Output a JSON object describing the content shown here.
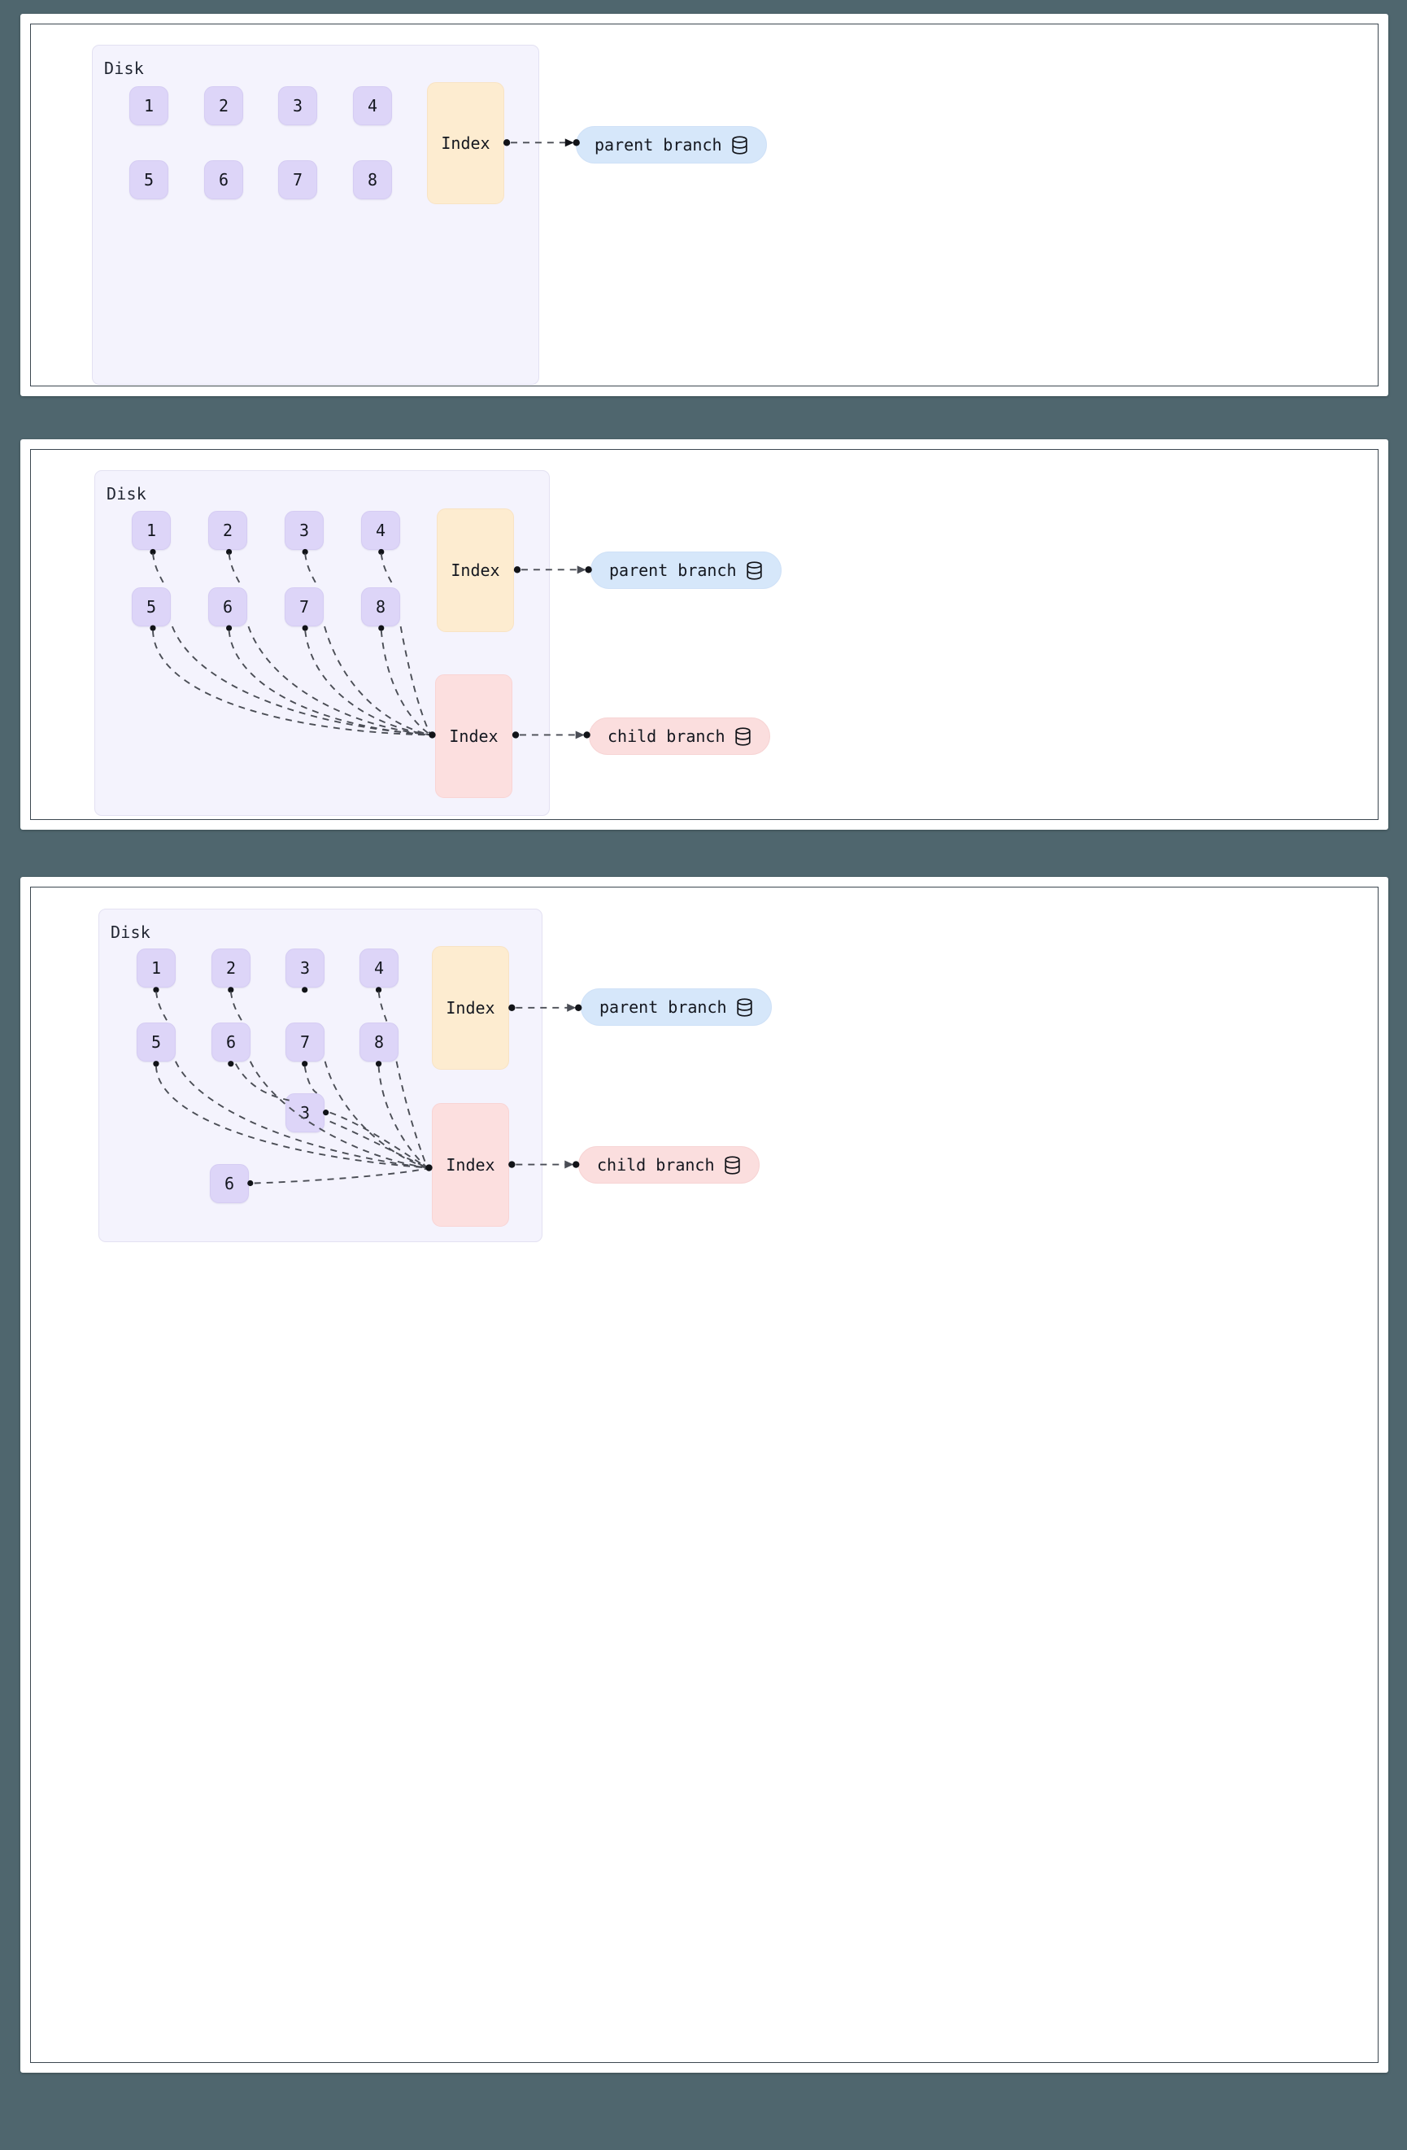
{
  "background_color": "#4f666e",
  "colors": {
    "disk_bg": "#f4f3fd",
    "block_bg": "#ddd5f8",
    "index_parent_bg": "#fdecd0",
    "index_child_bg": "#fcdfdf",
    "pill_parent_bg": "#d6e7fa",
    "pill_child_bg": "#fbdede",
    "edge_stroke": "#4a4d55",
    "panel_border": "#3c4750"
  },
  "labels": {
    "disk": "Disk",
    "index": "Index",
    "parent_branch": "parent branch",
    "child_branch": "child branch",
    "db_icon": "database-icon"
  },
  "panels": [
    {
      "id": "panel-1",
      "disk_label": "Disk",
      "blocks_row1": [
        "1",
        "2",
        "3",
        "4"
      ],
      "blocks_row2": [
        "5",
        "6",
        "7",
        "8"
      ],
      "extra_blocks": [],
      "indexes": [
        {
          "label": "Index",
          "kind": "parent"
        }
      ],
      "pills": [
        {
          "label": "parent branch",
          "kind": "parent",
          "icon": "database-icon"
        }
      ]
    },
    {
      "id": "panel-2",
      "disk_label": "Disk",
      "blocks_row1": [
        "1",
        "2",
        "3",
        "4"
      ],
      "blocks_row2": [
        "5",
        "6",
        "7",
        "8"
      ],
      "extra_blocks": [],
      "indexes": [
        {
          "label": "Index",
          "kind": "parent"
        },
        {
          "label": "Index",
          "kind": "child"
        }
      ],
      "pills": [
        {
          "label": "parent branch",
          "kind": "parent",
          "icon": "database-icon"
        },
        {
          "label": "child branch",
          "kind": "child",
          "icon": "database-icon"
        }
      ]
    },
    {
      "id": "panel-3",
      "disk_label": "Disk",
      "blocks_row1": [
        "1",
        "2",
        "3",
        "4"
      ],
      "blocks_row2": [
        "5",
        "6",
        "7",
        "8"
      ],
      "extra_blocks": [
        "3",
        "6"
      ],
      "indexes": [
        {
          "label": "Index",
          "kind": "parent"
        },
        {
          "label": "Index",
          "kind": "child"
        }
      ],
      "pills": [
        {
          "label": "parent branch",
          "kind": "parent",
          "icon": "database-icon"
        },
        {
          "label": "child branch",
          "kind": "child",
          "icon": "database-icon"
        }
      ]
    }
  ]
}
